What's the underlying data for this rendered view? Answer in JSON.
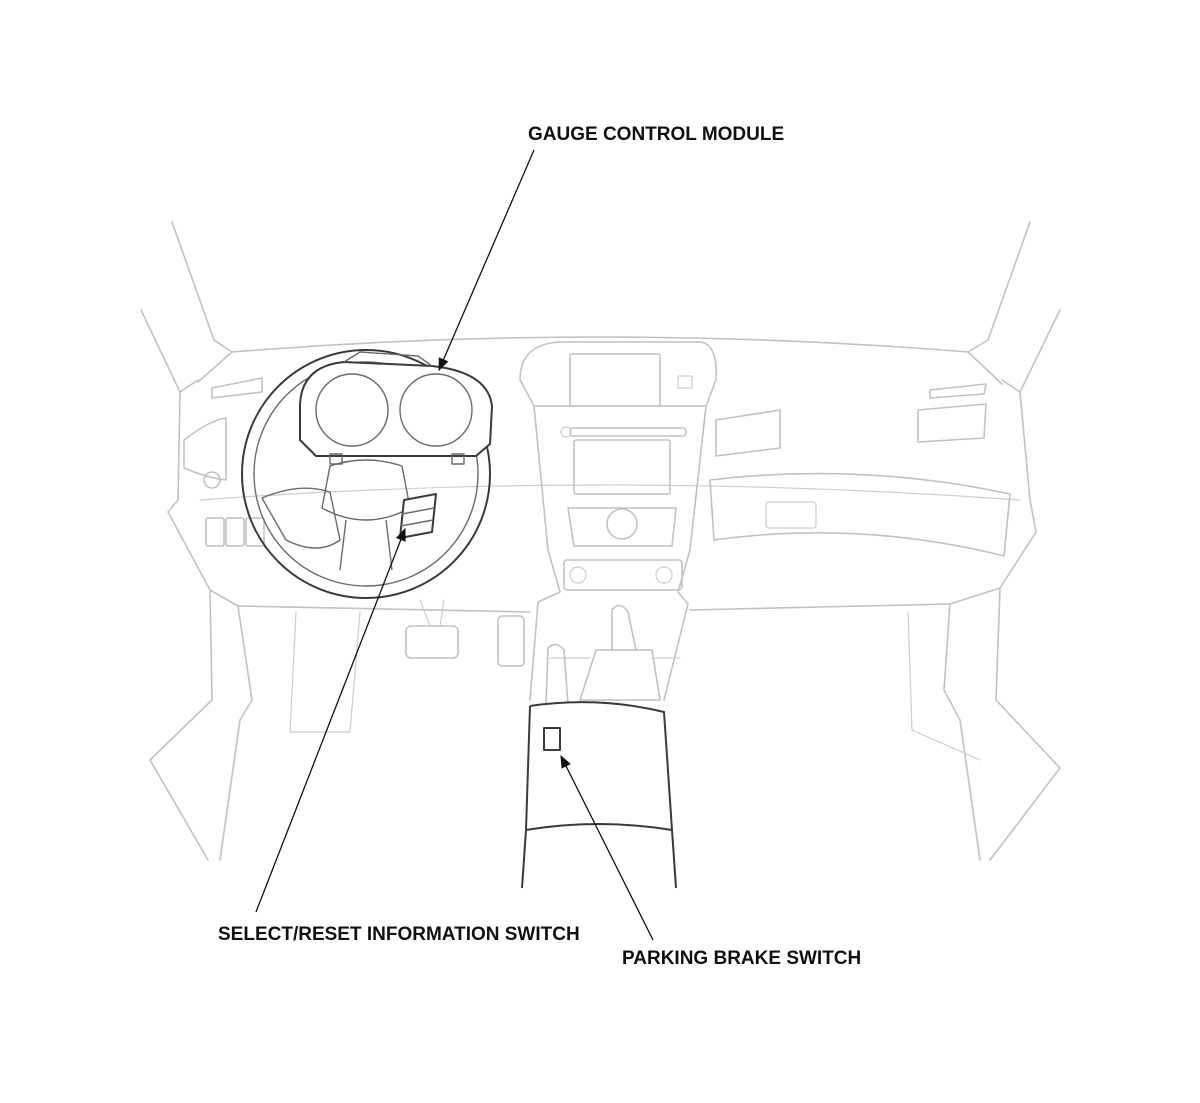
{
  "labels": {
    "gauge_control_module": "GAUGE CONTROL MODULE",
    "select_reset_switch": "SELECT/RESET INFORMATION SWITCH",
    "parking_brake_switch": "PARKING BRAKE SWITCH"
  },
  "colors": {
    "background": "#ffffff",
    "faint_line": "#c2c2c2",
    "highlight_line": "#3a3a3a",
    "text": "#111111"
  }
}
